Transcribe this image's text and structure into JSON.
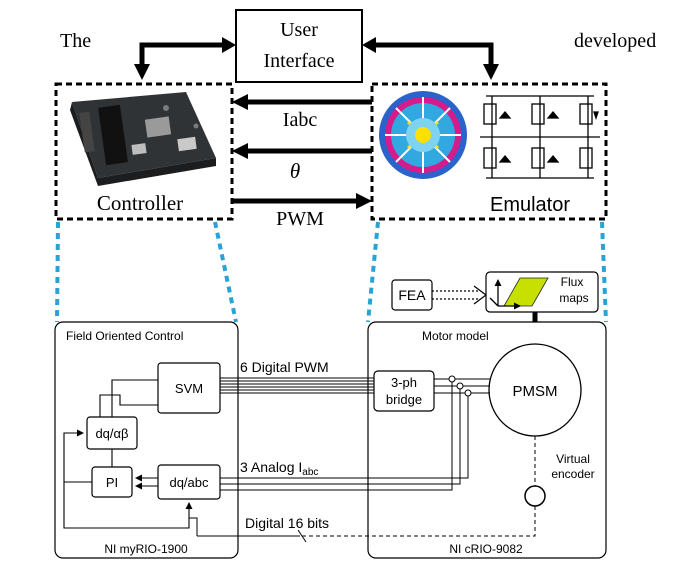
{
  "top": {
    "left_word": "The",
    "right_word": "developed",
    "user_interface": {
      "line1": "User",
      "line2": "Interface"
    },
    "controller_label": "Controller",
    "emulator_label": "Emulator",
    "signal_iabc": "Iabc",
    "signal_theta": "θ",
    "signal_pwm": "PWM"
  },
  "flux": {
    "fea": "FEA",
    "maps_line1": "Flux",
    "maps_line2": "maps"
  },
  "foc": {
    "title": "Field Oriented Control",
    "svm": "SVM",
    "dq_alpha_beta": "dq/αβ",
    "pi": "PI",
    "dq_abc": "dq/abc",
    "footer": "NI myRIO-1900"
  },
  "motor": {
    "title": "Motor model",
    "bridge_line1": "3-ph",
    "bridge_line2": "bridge",
    "pmsm": "PMSM",
    "encoder_line1": "Virtual",
    "encoder_line2": "encoder",
    "footer": "NI cRIO-9082"
  },
  "links": {
    "digital_pwm": "6 Digital PWM",
    "analog_prefix": "3 Analog I",
    "analog_sub": "abc",
    "digital_bits": "Digital 16 bits"
  },
  "colors": {
    "dotted_connector": "#29a3d6",
    "flux_map_fill": "#c8e000",
    "board_color": "#2f3336",
    "motor_outer": "#2a63c9"
  }
}
